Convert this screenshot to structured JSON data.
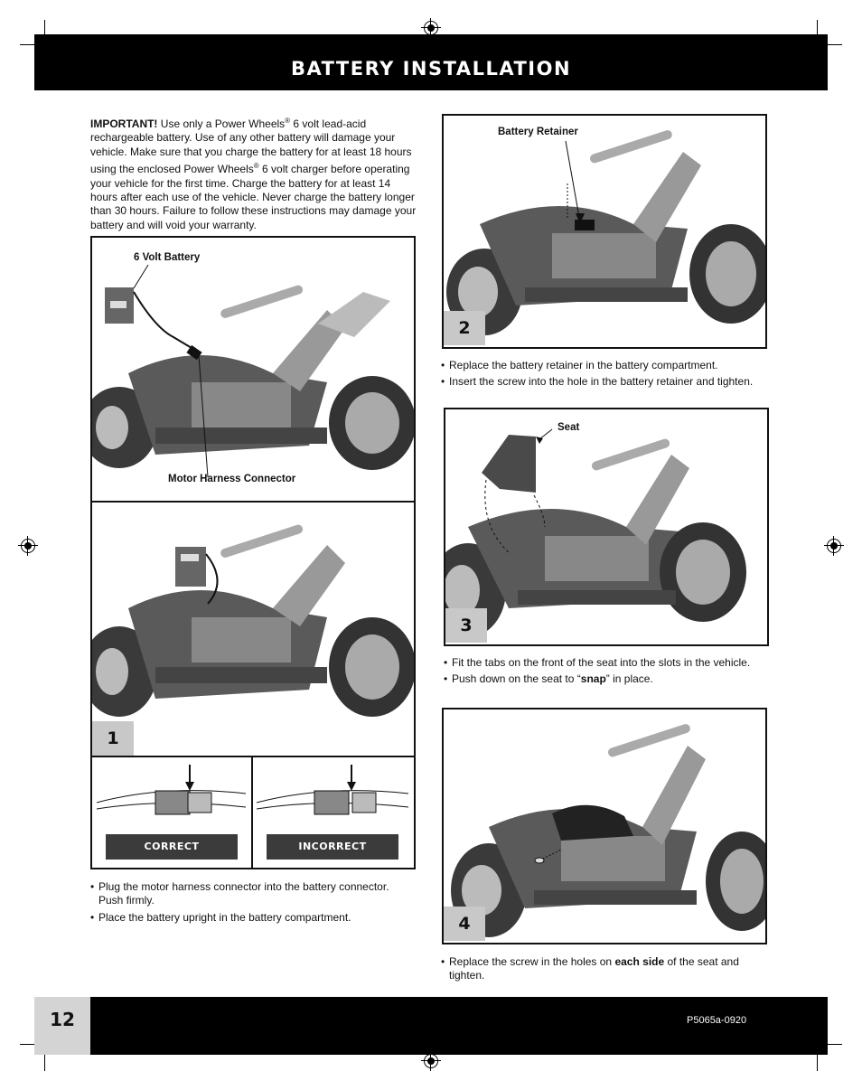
{
  "header": {
    "title": "BATTERY INSTALLATION"
  },
  "intro": {
    "lead": "IMPORTANT!",
    "p1": " Use only a Power Wheels",
    "reg1": "®",
    "p2": " 6 volt lead-acid rechargeable battery. Use of any other battery will damage your vehicle. Make sure that you charge the battery for at least 18 hours using the enclosed Power Wheels",
    "reg2": "®",
    "p3": " 6 volt charger before operating your vehicle for the first time. Charge the battery for at least 14 hours after each use of the vehicle. Never charge the battery longer than 30 hours. Failure to follow these instructions may damage your battery and will void your warranty."
  },
  "step1": {
    "number": "1",
    "callout_battery": "6 Volt Battery",
    "callout_connector": "Motor Harness Connector",
    "correct_label": "CORRECT",
    "incorrect_label": "INCORRECT",
    "bullet1": "Plug the motor harness connector into the battery connector. Push firmly.",
    "bullet2": "Place the battery upright in the battery compartment."
  },
  "step2": {
    "number": "2",
    "callout": "Battery Retainer",
    "bullet1": "Replace the battery retainer in the battery compartment.",
    "bullet2": "Insert the screw into the hole in the battery retainer and tighten."
  },
  "step3": {
    "number": "3",
    "callout": "Seat",
    "bullet1": "Fit the tabs on the front of the seat into the slots in the vehicle.",
    "bullet2_pre": "Push down on the seat to “",
    "bullet2_bold": "snap",
    "bullet2_post": "” in place."
  },
  "step4": {
    "number": "4",
    "bullet1_pre": "Replace the screw in the holes on ",
    "bullet1_bold": "each side",
    "bullet1_post": " of the seat and tighten."
  },
  "footer": {
    "page_number": "12",
    "doc_code": "P5065a-0920"
  }
}
